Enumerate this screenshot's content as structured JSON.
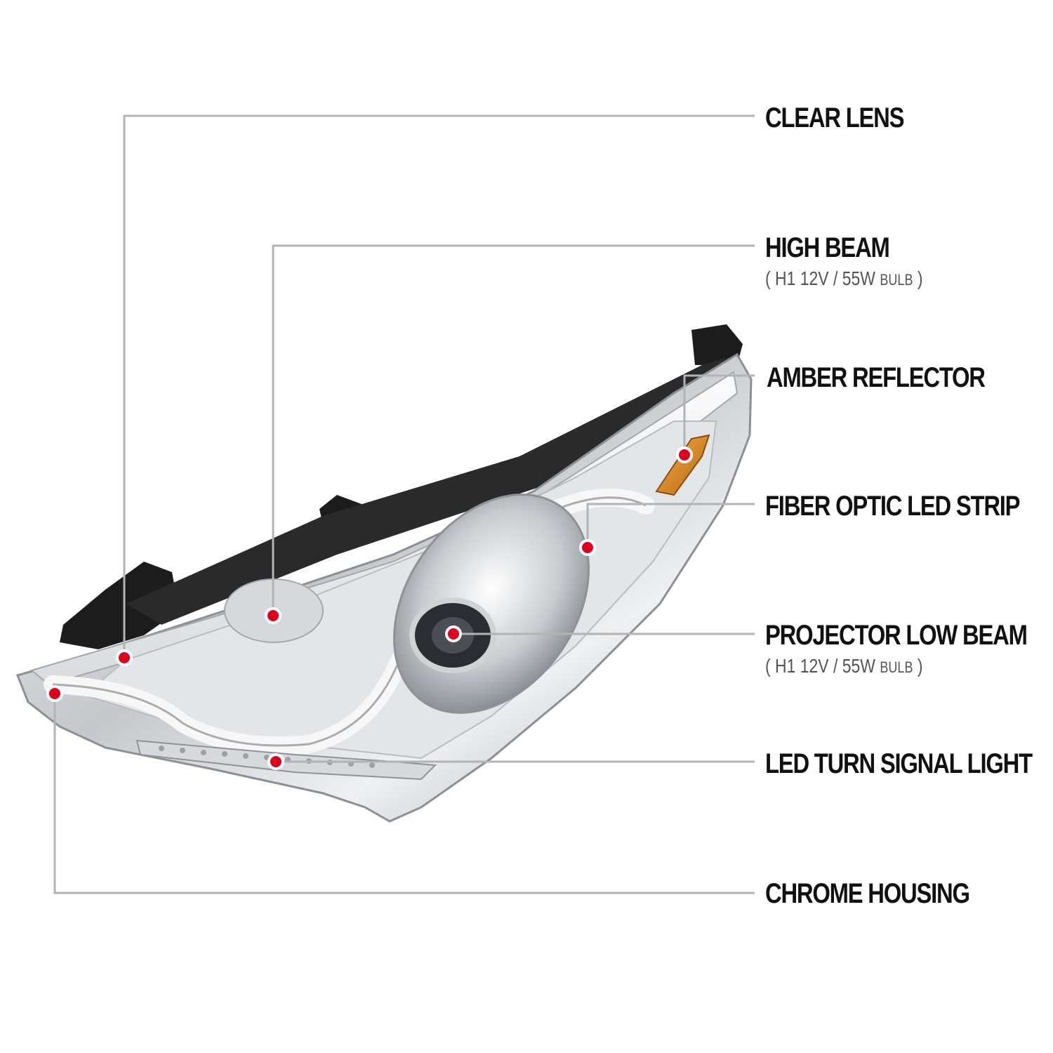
{
  "colors": {
    "leader_line": "#b3b3b3",
    "marker_dot": "#e0001b",
    "marker_ring": "#ffffff",
    "label_text": "#111111",
    "sublabel_text": "#555555",
    "amber": "#d98a1e",
    "chrome": "#c9ccd0",
    "black_plastic": "#1c1c1c"
  },
  "callouts": [
    {
      "id": "clear-lens",
      "label": "CLEAR LENS"
    },
    {
      "id": "high-beam",
      "label": "HIGH BEAM",
      "bulb": {
        "open": "(",
        "spec": "H1  12V / 55W",
        "word": "BULB",
        "close": ")"
      }
    },
    {
      "id": "amber-reflector",
      "label": "AMBER REFLECTOR"
    },
    {
      "id": "fiber-optic-led-strip",
      "label": "FIBER OPTIC LED STRIP"
    },
    {
      "id": "projector-low-beam",
      "label": "PROJECTOR LOW BEAM",
      "bulb": {
        "open": "(",
        "spec": "H1  12V / 55W",
        "word": "BULB",
        "close": ")"
      }
    },
    {
      "id": "led-turn-signal-light",
      "label": "LED TURN SIGNAL LIGHT"
    },
    {
      "id": "chrome-housing",
      "label": "CHROME HOUSING"
    }
  ]
}
